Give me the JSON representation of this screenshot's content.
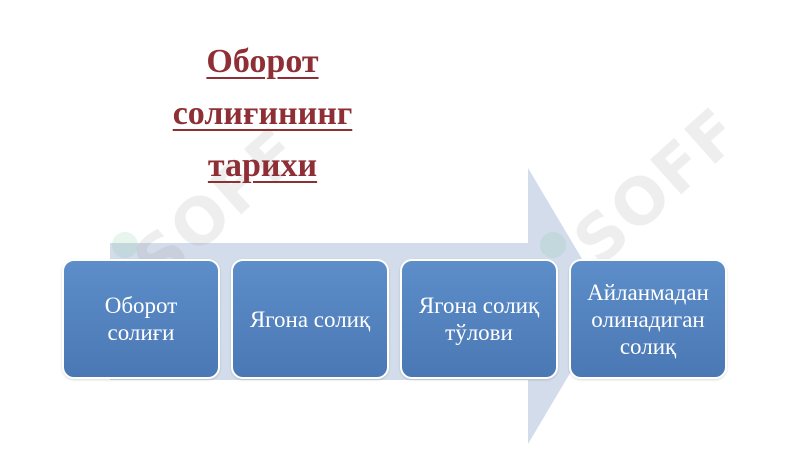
{
  "title": {
    "lines": [
      "Оборот",
      "солиғининг",
      "тарихи"
    ]
  },
  "steps": [
    {
      "lines": [
        "Оборот",
        "солиғи"
      ]
    },
    {
      "lines": [
        "Ягона солиқ"
      ]
    },
    {
      "lines": [
        "Ягона солиқ",
        "тўлови"
      ]
    },
    {
      "lines": [
        "Айланмадан",
        "олинадиган",
        "солиқ"
      ]
    }
  ],
  "watermark": {
    "text": "SOFF"
  },
  "colors": {
    "title": "#8e2f35",
    "box_fill": "#4f81bd",
    "arrow_fill": "#d3dcea",
    "box_text": "#ffffff"
  }
}
